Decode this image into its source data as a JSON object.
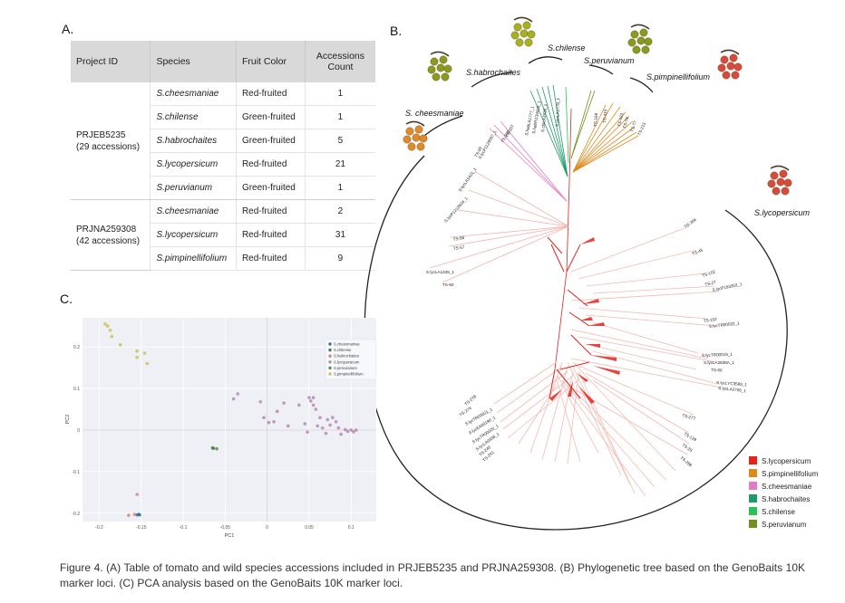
{
  "panels": {
    "a": "A.",
    "b": "B.",
    "c": "C."
  },
  "table": {
    "headers": [
      "Project ID",
      "Species",
      "Fruit Color",
      "Accessions Count"
    ],
    "groups": [
      {
        "project": "PRJEB5235",
        "accessions": "(29 accessions)",
        "rows": [
          {
            "species": "S.cheesmaniae",
            "color": "Red-fruited",
            "count": "1"
          },
          {
            "species": "S.chilense",
            "color": "Green-fruited",
            "count": "1"
          },
          {
            "species": "S.habrochaites",
            "color": "Green-fruited",
            "count": "5"
          },
          {
            "species": "S.lycopersicum",
            "color": "Red-fruited",
            "count": "21"
          },
          {
            "species": "S.peruvianum",
            "color": "Green-fruited",
            "count": "1"
          }
        ]
      },
      {
        "project": "PRJNA259308",
        "accessions": "(42 accessions)",
        "rows": [
          {
            "species": "S.cheesmaniae",
            "color": "Red-fruited",
            "count": "2"
          },
          {
            "species": "S.lycopersicum",
            "color": "Red-fruited",
            "count": "31"
          },
          {
            "species": "S.pimpinellifolium",
            "color": "Red-fruited",
            "count": "9"
          }
        ]
      }
    ]
  },
  "tree": {
    "clade_labels": [
      "S.chilense",
      "S.habrochaites",
      "S.peruvianum",
      "S.pimpinellifolium",
      "S. cheesmaniae",
      "S.lycopersicum"
    ],
    "legend": [
      {
        "name": "S.lycopersicum",
        "color": "#e3231c"
      },
      {
        "name": "S.pimpinellifolium",
        "color": "#dd8a1c"
      },
      {
        "name": "S.cheesmaniae",
        "color": "#e07bc4"
      },
      {
        "name": "S.habrochaites",
        "color": "#1e9a6b"
      },
      {
        "name": "S.chilense",
        "color": "#2bbf5e"
      },
      {
        "name": "S.peruvianum",
        "color": "#6f8f1e"
      }
    ],
    "tip_labels_left": [
      "TS-93",
      "S.lycLA1421_1",
      "S.lycP1212604_1",
      "TS-58",
      "TS-57",
      "S.lycLA1435_1",
      "TS-92",
      "TS-209",
      "TS-207",
      "S.lycP1129097_1",
      "TS-278",
      "TS-274",
      "S.lycTR00021_1",
      "S.lycEA00190_1",
      "S.lycTR00020_1",
      "S.lycLA0358_1",
      "TS-240",
      "TS-241"
    ],
    "tip_labels_right": [
      "TS-304",
      "TS-45",
      "TS-102",
      "TS-27",
      "S.lycP193302_1",
      "TS-152",
      "S.lycTR00022_1",
      "S.lycTR00019_1",
      "S.lycLA2838A_1",
      "TS-66",
      "S.lycLYC3569_1",
      "S.lycLA2706_1",
      "TS-277",
      "TS-139",
      "TS-29",
      "TS-288"
    ],
    "tip_labels_top": [
      "S.habLA1777_1",
      "S.habPI134418_1",
      "S.chiLA1938_1",
      "S.perLA1778_1",
      "TS-166",
      "TS-410",
      "TS-423",
      "TS-79",
      "TS-77",
      "TS-213"
    ]
  },
  "chart_data": {
    "type": "scatter",
    "title": "",
    "xlabel": "PC1",
    "ylabel": "PC2",
    "xlim": [
      -0.22,
      0.13
    ],
    "ylim": [
      -0.22,
      0.27
    ],
    "xticks": [
      "-0.2",
      "-0.15",
      "-0.1",
      "-0.05",
      "0",
      "0.05",
      "0.1"
    ],
    "xtick_values": [
      -0.2,
      -0.15,
      -0.1,
      -0.05,
      0,
      0.05,
      0.1
    ],
    "yticks": [
      "-0.2",
      "-0.1",
      "0",
      "0.1",
      "0.2"
    ],
    "ytick_values": [
      -0.2,
      -0.1,
      0,
      0.1,
      0.2
    ],
    "legend_position": "top-right",
    "series": [
      {
        "name": "S.cheesmaniae",
        "color": "#3a6f9a",
        "points": [
          [
            -0.155,
            -0.204
          ],
          [
            -0.153,
            -0.203
          ],
          [
            -0.152,
            -0.204
          ]
        ]
      },
      {
        "name": "S.chilense",
        "color": "#4f7a4a",
        "points": [
          [
            -0.065,
            -0.043
          ],
          [
            -0.064,
            -0.044
          ]
        ]
      },
      {
        "name": "S.habrochaites",
        "color": "#c98a8a",
        "points": [
          [
            -0.155,
            -0.155
          ],
          [
            -0.165,
            -0.205
          ],
          [
            -0.158,
            -0.203
          ]
        ]
      },
      {
        "name": "S.lycopersicum",
        "color": "#b58ab0",
        "points": [
          [
            -0.04,
            0.075
          ],
          [
            -0.035,
            0.087
          ],
          [
            -0.008,
            0.068
          ],
          [
            0.008,
            0.02
          ],
          [
            0.012,
            0.045
          ],
          [
            0.02,
            0.065
          ],
          [
            0.038,
            0.06
          ],
          [
            0.025,
            0.01
          ],
          [
            0.045,
            0.015
          ],
          [
            0.05,
            0.078
          ],
          [
            0.052,
            0.07
          ],
          [
            0.055,
            0.06
          ],
          [
            0.058,
            0.05
          ],
          [
            0.06,
            0.01
          ],
          [
            0.063,
            0.03
          ],
          [
            0.066,
            0.005
          ],
          [
            0.072,
            0.025
          ],
          [
            0.075,
            0.012
          ],
          [
            0.078,
            0.03
          ],
          [
            0.082,
            0.02
          ],
          [
            0.085,
            0.005
          ],
          [
            0.088,
            -0.01
          ],
          [
            0.093,
            0.001
          ],
          [
            0.096,
            -0.003
          ],
          [
            0.1,
            0.0
          ],
          [
            0.103,
            -0.004
          ],
          [
            0.106,
            0.0
          ],
          [
            -0.004,
            0.03
          ],
          [
            0.002,
            0.018
          ],
          [
            0.07,
            -0.008
          ],
          [
            0.048,
            -0.005
          ],
          [
            0.055,
            0.078
          ]
        ]
      },
      {
        "name": "S.peruvianum",
        "color": "#5a8f4a",
        "points": [
          [
            -0.06,
            -0.045
          ]
        ]
      },
      {
        "name": "S.pimpinellifolium",
        "color": "#c9c05a",
        "points": [
          [
            -0.193,
            0.255
          ],
          [
            -0.19,
            0.25
          ],
          [
            -0.187,
            0.24
          ],
          [
            -0.185,
            0.225
          ],
          [
            -0.175,
            0.205
          ],
          [
            -0.155,
            0.19
          ],
          [
            -0.155,
            0.175
          ],
          [
            -0.146,
            0.185
          ],
          [
            -0.143,
            0.16
          ]
        ]
      }
    ]
  },
  "caption": "Figure 4. (A) Table of tomato and wild species accessions included in PRJEB5235 and PRJNA259308. (B) Phylogenetic tree based on the GenoBaits 10K marker loci. (C) PCA analysis based on the GenoBaits 10K marker loci."
}
